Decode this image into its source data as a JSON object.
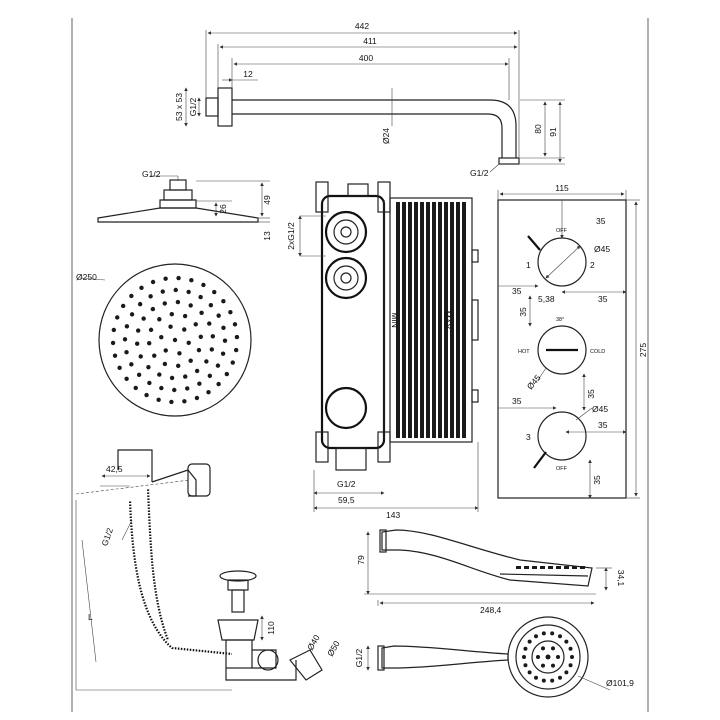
{
  "arm": {
    "dim_442": "442",
    "dim_411": "411",
    "dim_400": "400",
    "dim_12": "12",
    "flange": "53 x 53",
    "thread_left": "G1/2",
    "diameter": "Ø24",
    "thread_right": "G1/2",
    "dim_80": "80",
    "dim_91": "91"
  },
  "head": {
    "thread": "G1/2",
    "dim_49": "49",
    "dim_26": "26",
    "dim_13": "13",
    "diameter": "Ø250"
  },
  "box": {
    "inlets": "2xG1/2",
    "min_label": "MIN",
    "max_label": "MAX",
    "bottom_thread": "G1/2",
    "dim_59_5": "59,5",
    "dim_143": "143"
  },
  "plate": {
    "width": "115",
    "height": "275",
    "top_35": "35",
    "off_top": "OFF",
    "dia_top": "Ø45",
    "pos_1": "1",
    "pos_2": "2",
    "left_35": "35",
    "dim_5_38": "5,38",
    "right_35": "35",
    "mid_35": "35",
    "hot": "HOT",
    "cold": "COLD",
    "temp_38": "38°",
    "dia_mid": "Ø45",
    "mid_35b": "35",
    "low_left_35": "35",
    "dia_low": "Ø45",
    "pos_3": "3",
    "low_right_35": "35",
    "off_bottom": "OFF",
    "bottom_35": "35"
  },
  "filler": {
    "dim_42_5": "42,5",
    "thread": "G1/2",
    "length": "L",
    "dim_110": "110",
    "dia_40": "Ø40",
    "dia_50": "Ø50"
  },
  "handshower": {
    "dim_79": "79",
    "dim_34_1": "34,1",
    "dim_248_4": "248,4",
    "thread": "G1/2",
    "diameter": "Ø101,9"
  }
}
